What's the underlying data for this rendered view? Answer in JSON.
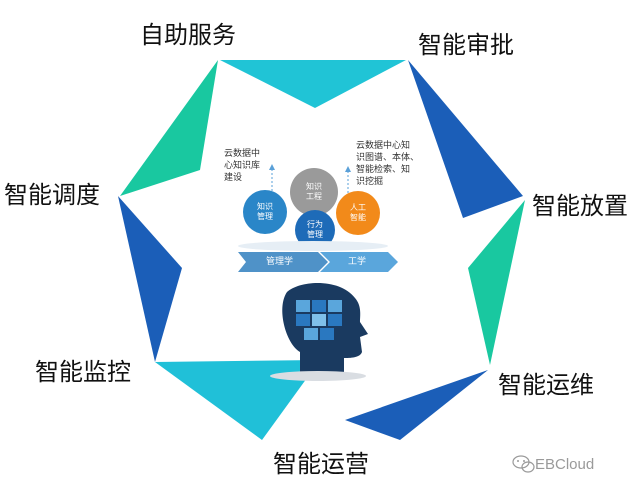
{
  "labels": {
    "top_left": "自助服务",
    "top_right": "智能审批",
    "right_upper": "智能放置",
    "right_lower": "智能运维",
    "bottom": "智能运营",
    "left_lower": "智能监控",
    "left_upper": "智能调度"
  },
  "center": {
    "note_left": "云数据中\n心知识库\n建设",
    "note_right": "云数据中心知\n识图谱、本体、\n智能检索、知\n识挖掘",
    "circle_knowledge_mgmt": "知识\n管理",
    "circle_knowledge_eng": "知识\n工程",
    "circle_behavior_mgmt": "行为\n管理",
    "circle_ai": "人工\n智能",
    "arrow_management": "管理学",
    "arrow_engineering": "工学"
  },
  "colors": {
    "teal": "#19c8a6",
    "blue": "#1b5eb8",
    "cyan": "#20c0d8"
  },
  "watermark": "EBCloud",
  "icons": [
    "wechat-icon",
    "head-puzzle-icon"
  ]
}
